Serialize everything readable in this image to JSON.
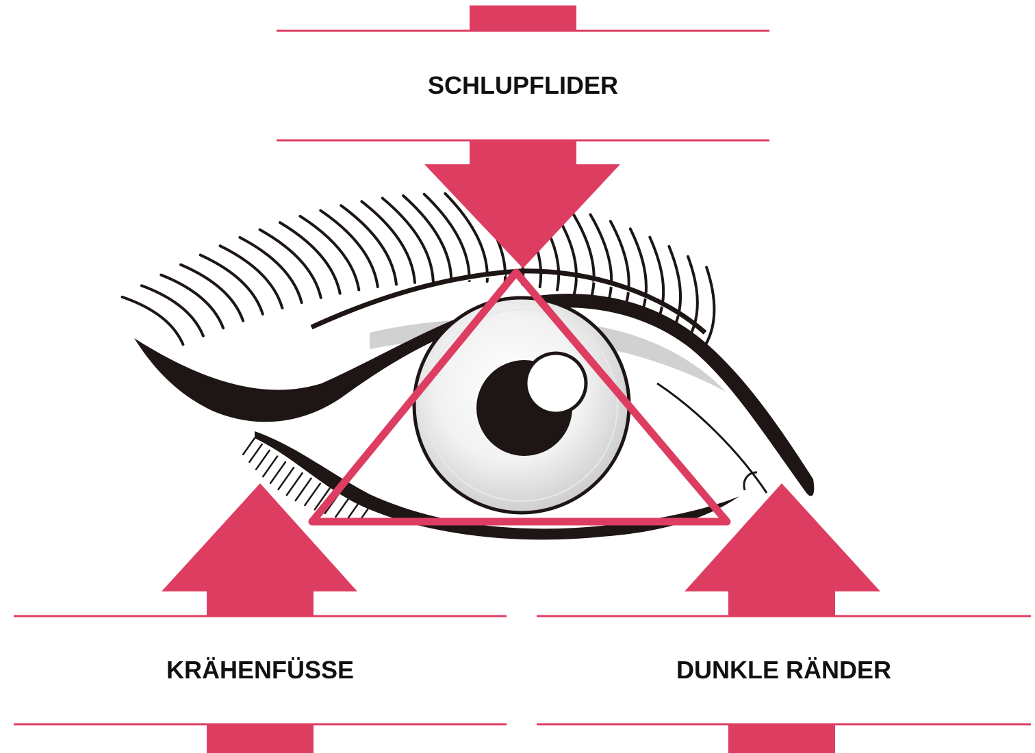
{
  "labels": {
    "top": "SCHLUPFLIDER",
    "bottom_left": "KRÄHENFÜSSE",
    "bottom_right": "DUNKLE RÄNDER"
  },
  "colors": {
    "accent": "#de3d62",
    "ink": "#1e1515",
    "text": "#111111",
    "background": "#ffffff",
    "iris_shade": "#d4d4d4"
  },
  "icons": {
    "center_illustration": "eye-with-eyeliner-icon",
    "top_arrow": "arrow-down-icon",
    "left_arrow": "arrow-up-icon",
    "right_arrow": "arrow-up-icon",
    "overlay": "triangle-outline-icon"
  }
}
